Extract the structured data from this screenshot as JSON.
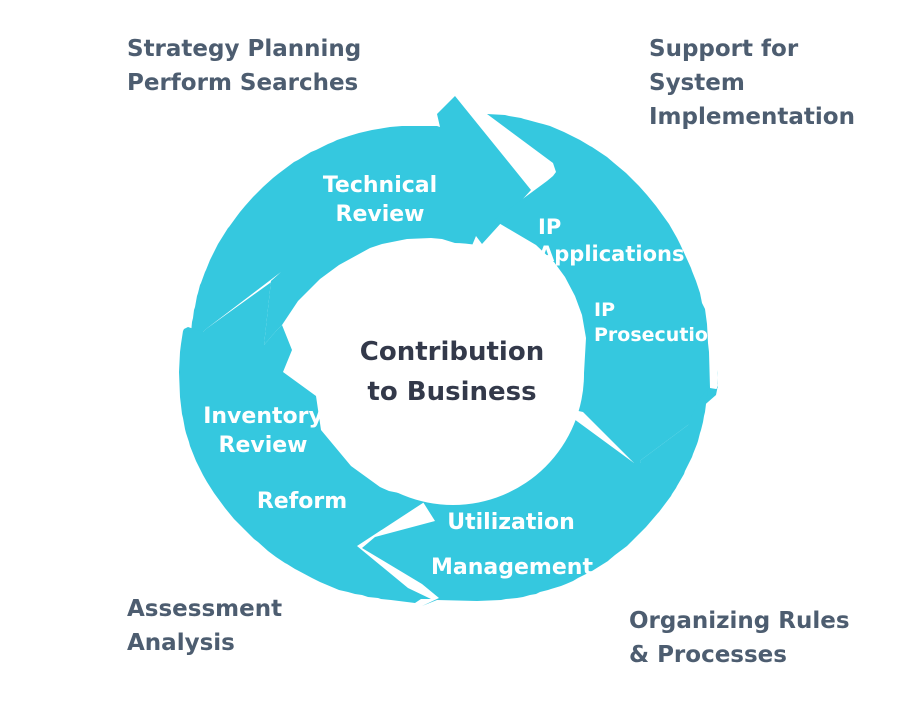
{
  "colors": {
    "ring_fill": "#35c8df",
    "corner_text": "#4d5d70",
    "center_text": "#33394a",
    "segment_text": "#ffffff",
    "background": "#ffffff"
  },
  "corners": {
    "top_left": [
      "Strategy Planning",
      "Perform Searches"
    ],
    "top_right": [
      "Support for",
      "System",
      "Implementation"
    ],
    "bottom_left": [
      "Assessment",
      "Analysis"
    ],
    "bottom_right": [
      "Organizing Rules",
      "& Processes"
    ]
  },
  "segments": {
    "technical_review": [
      "Technical",
      "Review"
    ],
    "ip_applications": [
      "IP",
      "Applications"
    ],
    "ip_prosecution": [
      "IP",
      "Prosecution"
    ],
    "inventory_review": [
      "Inventory",
      "Review"
    ],
    "reform": "Reform",
    "utilization": "Utilization",
    "management": "Management"
  },
  "center": [
    "Contribution",
    "to Business"
  ]
}
